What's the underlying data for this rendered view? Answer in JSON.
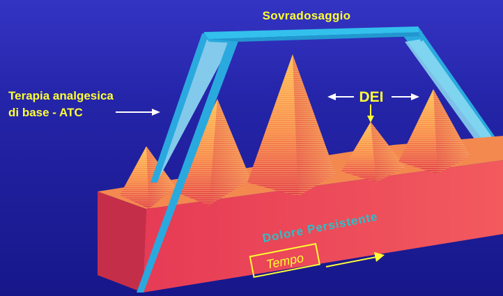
{
  "labels": {
    "overdose": "Sovradosaggio",
    "baseline_therapy_line1": "Terapia analgesica",
    "baseline_therapy_line2": "di base - ATC",
    "breakthrough": "DEI",
    "persistent_pain": "Dolore Persistente",
    "time": "Tempo"
  },
  "colors": {
    "background": "#2424a8",
    "label_yellow": "#ffff33",
    "block_front": "#ef4a59",
    "block_top": "#f58a58",
    "peak_light": "#ffb060",
    "band_cyan": "#2bb6e6",
    "band_light": "#8edcf2",
    "arrow_white": "#ffffff",
    "pain_text_cyan": "#2bc1c8"
  },
  "icons": [
    "right-arrow-icon",
    "left-arrow-icon",
    "down-arrow-icon"
  ]
}
